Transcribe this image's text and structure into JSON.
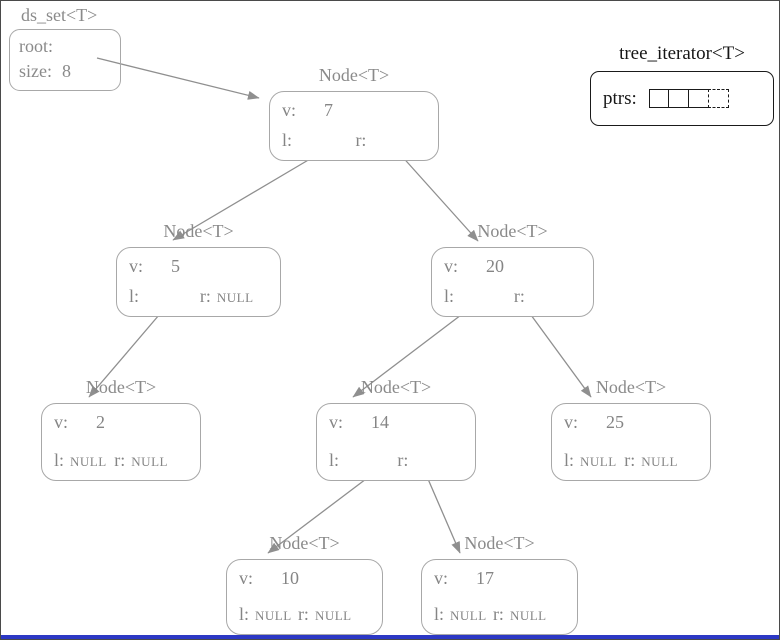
{
  "ds_set": {
    "title": "ds_set<T>",
    "root_label": "root:",
    "size_label": "size:",
    "size_value": "8"
  },
  "iterator": {
    "title": "tree_iterator<T>",
    "ptrs_label": "ptrs:"
  },
  "nodes": [
    {
      "title": "Node<T>",
      "v_label": "v:",
      "v": "7",
      "l_label": "l:",
      "l": "",
      "r_label": "r:",
      "r": ""
    },
    {
      "title": "Node<T>",
      "v_label": "v:",
      "v": "5",
      "l_label": "l:",
      "l": "",
      "r_label": "r:",
      "r": "NULL"
    },
    {
      "title": "Node<T>",
      "v_label": "v:",
      "v": "20",
      "l_label": "l:",
      "l": "",
      "r_label": "r:",
      "r": ""
    },
    {
      "title": "Node<T>",
      "v_label": "v:",
      "v": "2",
      "l_label": "l:",
      "l": "NULL",
      "r_label": "r:",
      "r": "NULL"
    },
    {
      "title": "Node<T>",
      "v_label": "v:",
      "v": "14",
      "l_label": "l:",
      "l": "",
      "r_label": "r:",
      "r": ""
    },
    {
      "title": "Node<T>",
      "v_label": "v:",
      "v": "25",
      "l_label": "l:",
      "l": "NULL",
      "r_label": "r:",
      "r": "NULL"
    },
    {
      "title": "Node<T>",
      "v_label": "v:",
      "v": "10",
      "l_label": "l:",
      "l": "NULL",
      "r_label": "r:",
      "r": "NULL"
    },
    {
      "title": "Node<T>",
      "v_label": "v:",
      "v": "17",
      "l_label": "l:",
      "l": "NULL",
      "r_label": "r:",
      "r": "NULL"
    }
  ]
}
